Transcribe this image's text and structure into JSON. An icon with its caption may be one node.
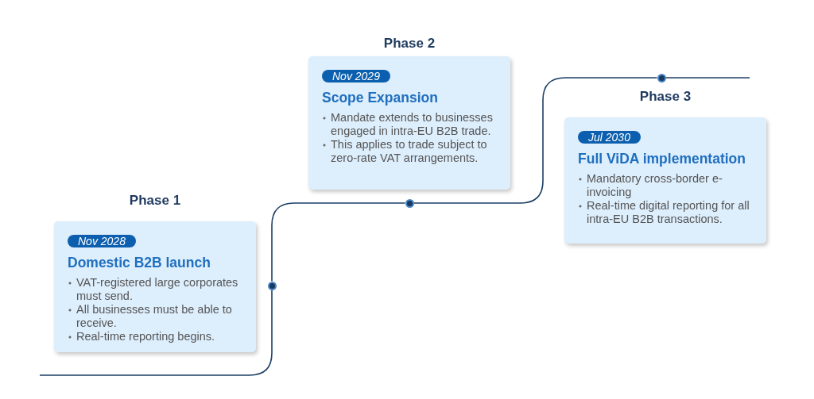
{
  "diagram": {
    "nodes": [
      {
        "text": [
          "Phase 1",
          "Domestic B2B launch",
          "VAT-registered large corporates must send.",
          "All businesses must be able to receive.",
          "Real-time reporting begins."
        ]
      },
      {
        "text": [
          "Nov 2028"
        ],
        "in": 0
      },
      {
        "text": [
          "Phase 2",
          "Scope Expansion",
          "Mandate extends to businesses engaged in intra-EU B2B trade.",
          "This applies to trade subject to zero-rate VAT arrangements."
        ]
      },
      {
        "text": [
          "Nov 2029"
        ],
        "in": 2
      },
      {
        "text": [
          "Phase 3",
          "Full ViDA implementation",
          "Mandatory cross-border e-invoicing",
          "Real-time digital reporting for all intra-EU B2B transactions."
        ]
      },
      {
        "text": [
          "Jul 2030"
        ],
        "in": 4
      },
      {
        "text": [],
        "shape": "circle"
      },
      {
        "text": [],
        "shape": "circle"
      },
      {
        "text": [],
        "shape": "circle"
      }
    ],
    "edges": [
      {
        "from": null,
        "to": 6,
        "arrow": "none"
      },
      {
        "from": 6,
        "to": 7,
        "arrow": "none"
      },
      {
        "from": 7,
        "to": 8,
        "arrow": "none"
      },
      {
        "from": 8,
        "to": null,
        "arrow": "none"
      }
    ]
  }
}
